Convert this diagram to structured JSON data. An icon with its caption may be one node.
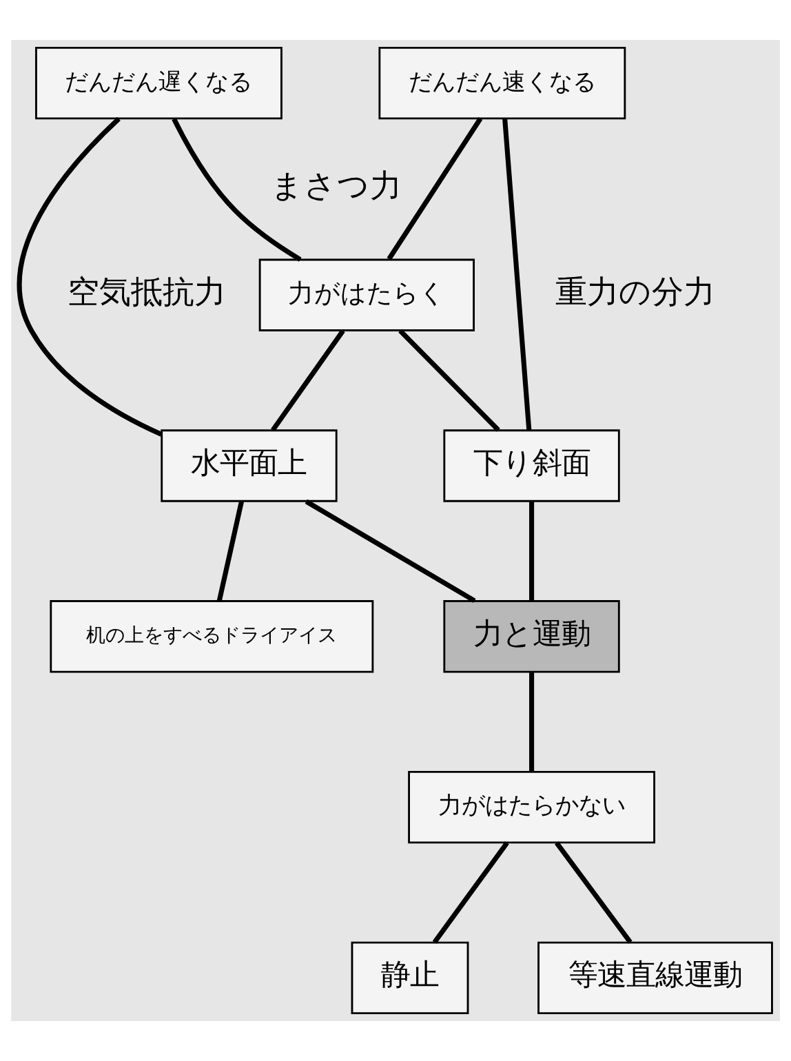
{
  "diagram": {
    "nodes": [
      {
        "text": [
          "だんだん遅くなる"
        ]
      },
      {
        "text": [
          "だんだん速くなる"
        ]
      },
      {
        "text": [
          "力がはたらく"
        ]
      },
      {
        "text": [
          "水平面上"
        ]
      },
      {
        "text": [
          "下り斜面"
        ]
      },
      {
        "text": [
          "机の上をすべるドライアイス"
        ]
      },
      {
        "text": [
          "力と運動"
        ]
      },
      {
        "text": [
          "力がはたらかない"
        ]
      },
      {
        "text": [
          "静止"
        ]
      },
      {
        "text": [
          "等速直線運動"
        ]
      }
    ],
    "edges": [
      {
        "from": 0,
        "to": 2,
        "arrow": "none",
        "label": "まさつ力"
      },
      {
        "from": 0,
        "to": 3,
        "arrow": "none",
        "label": "空気抵抗力"
      },
      {
        "from": 2,
        "to": 3,
        "arrow": "none"
      },
      {
        "from": 1,
        "to": 2,
        "arrow": "none"
      },
      {
        "from": 1,
        "to": 4,
        "arrow": "none",
        "label": "重力の分力"
      },
      {
        "from": 2,
        "to": 4,
        "arrow": "none"
      },
      {
        "from": 3,
        "to": 5,
        "arrow": "none"
      },
      {
        "from": 3,
        "to": 6,
        "arrow": "none"
      },
      {
        "from": 4,
        "to": 6,
        "arrow": "none"
      },
      {
        "from": 6,
        "to": 7,
        "arrow": "none"
      },
      {
        "from": 7,
        "to": 8,
        "arrow": "none"
      },
      {
        "from": 7,
        "to": 9,
        "arrow": "none"
      }
    ]
  }
}
